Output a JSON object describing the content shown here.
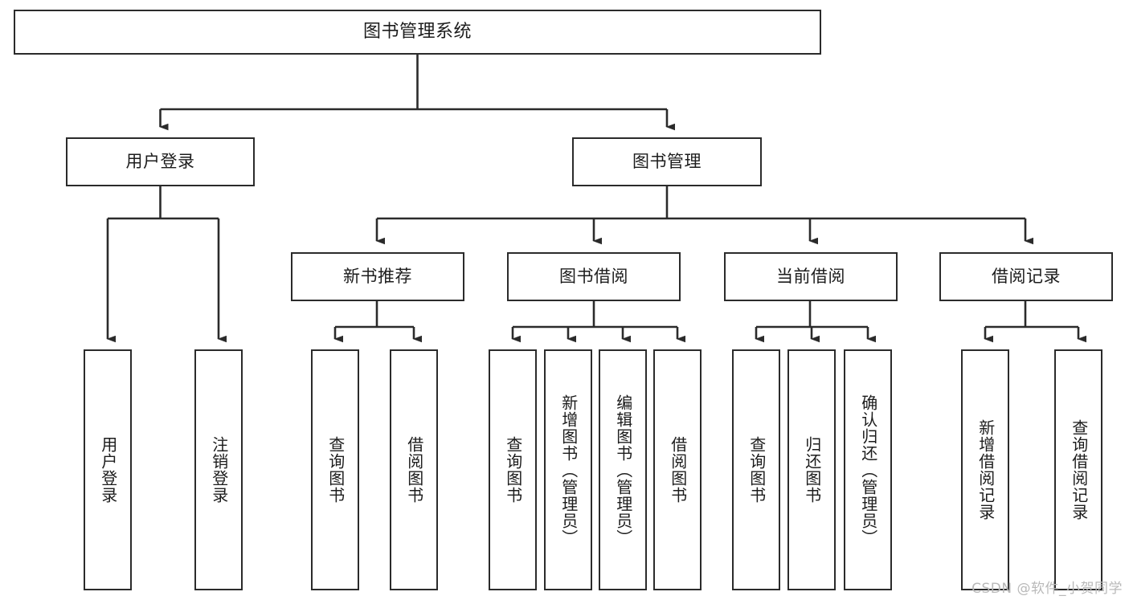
{
  "diagram": {
    "title": "图书管理系统",
    "type": "tree",
    "watermark": "CSDN @软件_小贺同学",
    "stroke_color": "#2b2b2b",
    "fill_color": "#ffffff",
    "text_color": "#1c1c1c",
    "watermark_color": "#b9b9b9",
    "nodes": {
      "root": {
        "label": "图书管理系统"
      },
      "level2": [
        {
          "id": "user-login",
          "label": "用户登录"
        },
        {
          "id": "book-manage",
          "label": "图书管理"
        }
      ],
      "level3": [
        {
          "id": "new-book-rec",
          "label": "新书推荐"
        },
        {
          "id": "book-borrow",
          "label": "图书借阅"
        },
        {
          "id": "current-borrow",
          "label": "当前借阅"
        },
        {
          "id": "borrow-record",
          "label": "借阅记录"
        }
      ],
      "leaves": {
        "user-login": [
          {
            "id": "leaf-user-login",
            "label": "用户登录"
          },
          {
            "id": "leaf-logout-login",
            "label": "注销登录"
          }
        ],
        "new-book-rec": [
          {
            "id": "leaf-query-book-1",
            "label": "查询图书"
          },
          {
            "id": "leaf-borrow-book-1",
            "label": "借阅图书"
          }
        ],
        "book-borrow": [
          {
            "id": "leaf-query-book-2",
            "label": "查询图书"
          },
          {
            "id": "leaf-add-book",
            "label": "新增图书（管理员）"
          },
          {
            "id": "leaf-edit-book",
            "label": "编辑图书（管理员）"
          },
          {
            "id": "leaf-borrow-book-2",
            "label": "借阅图书"
          }
        ],
        "current-borrow": [
          {
            "id": "leaf-query-book-3",
            "label": "查询图书"
          },
          {
            "id": "leaf-return-book",
            "label": "归还图书"
          },
          {
            "id": "leaf-confirm-return",
            "label": "确认归还（管理员）"
          }
        ],
        "borrow-record": [
          {
            "id": "leaf-add-record",
            "label": "新增借阅记录"
          },
          {
            "id": "leaf-query-record",
            "label": "查询借阅记录"
          }
        ]
      }
    }
  }
}
